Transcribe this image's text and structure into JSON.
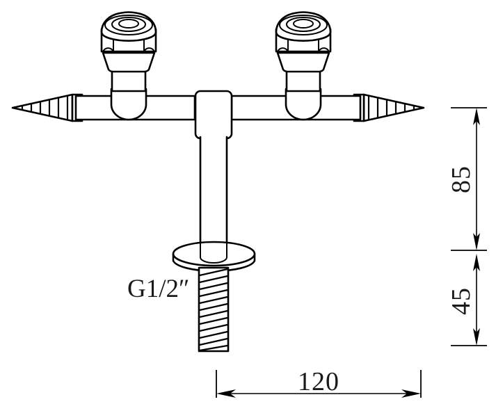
{
  "drawing": {
    "title": "Two-handle laboratory gas tap / faucet — front elevation",
    "line_color": "#000000",
    "fill_color": "#ffffff",
    "background": "#ffffff",
    "units": "mm"
  },
  "labels": {
    "thread_spec": "G1/2″"
  },
  "dimensions": {
    "vertical_upper": {
      "value": "85",
      "name": "height-above-mounting-flange",
      "orientation": "vertical",
      "rotated_text": true
    },
    "vertical_lower": {
      "value": "45",
      "name": "thread-length-below-flange",
      "orientation": "vertical",
      "rotated_text": true
    },
    "horizontal": {
      "value": "120",
      "name": "overall-spout-center-width",
      "orientation": "horizontal",
      "rotated_text": false
    }
  },
  "components": [
    {
      "name": "left-valve-handle",
      "label": "Left handwheel"
    },
    {
      "name": "right-valve-handle",
      "label": "Right handwheel"
    },
    {
      "name": "left-hose-barb-nozzle",
      "label": "Left serrated hose nozzle"
    },
    {
      "name": "right-hose-barb-nozzle",
      "label": "Right serrated hose nozzle"
    },
    {
      "name": "horizontal-body-rail",
      "label": "Horizontal body"
    },
    {
      "name": "center-block",
      "label": "Center junction block"
    },
    {
      "name": "vertical-stem",
      "label": "Vertical shank"
    },
    {
      "name": "mounting-flange",
      "label": "Mounting flange disc"
    },
    {
      "name": "threaded-shank",
      "label": "Threaded shank G1/2″"
    }
  ]
}
